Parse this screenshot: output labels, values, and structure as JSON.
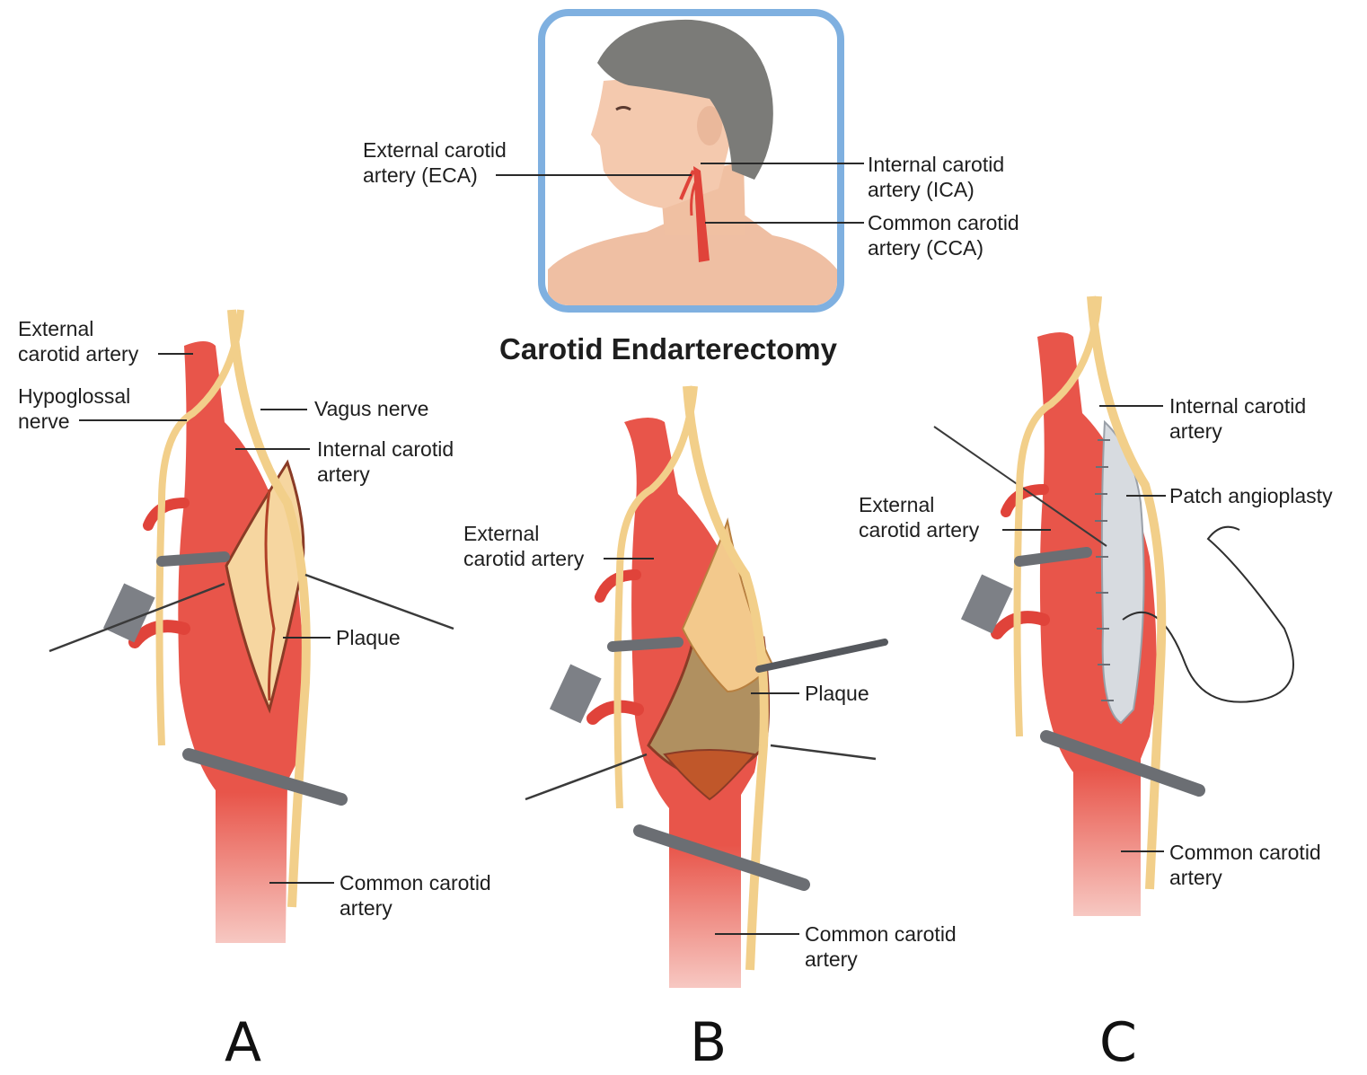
{
  "title": "Carotid Endarterectomy",
  "inset": {
    "eca_label": [
      "External carotid",
      "artery (ECA)"
    ],
    "ica_label": [
      "Internal carotid",
      "artery (ICA)"
    ],
    "cca_label": [
      "Common carotid",
      "artery (CCA)"
    ]
  },
  "panel_a": {
    "letter": "A",
    "external_carotid": [
      "External",
      "carotid artery"
    ],
    "hypoglossal": [
      "Hypoglossal",
      "nerve"
    ],
    "vagus": "Vagus nerve",
    "internal_carotid": [
      "Internal carotid",
      "artery"
    ],
    "plaque": "Plaque",
    "common_carotid": [
      "Common carotid",
      "artery"
    ]
  },
  "panel_b": {
    "letter": "B",
    "external_carotid": [
      "External",
      "carotid artery"
    ],
    "plaque": "Plaque",
    "common_carotid": [
      "Common carotid",
      "artery"
    ]
  },
  "panel_c": {
    "letter": "C",
    "internal_carotid": [
      "Internal carotid",
      "artery"
    ],
    "patch": "Patch angioplasty",
    "external_carotid": [
      "External",
      "carotid artery"
    ],
    "common_carotid": [
      "Common carotid",
      "artery"
    ]
  },
  "colors": {
    "artery": "#e8554a",
    "artery_dark": "#c83a32",
    "nerve": "#f2cf8a",
    "plaque": "#f6d6a0",
    "patch": "#d7dbe0",
    "inset_border": "#7fb0e0",
    "skin": "#f2c4a8",
    "hair": "#7b7b78"
  }
}
